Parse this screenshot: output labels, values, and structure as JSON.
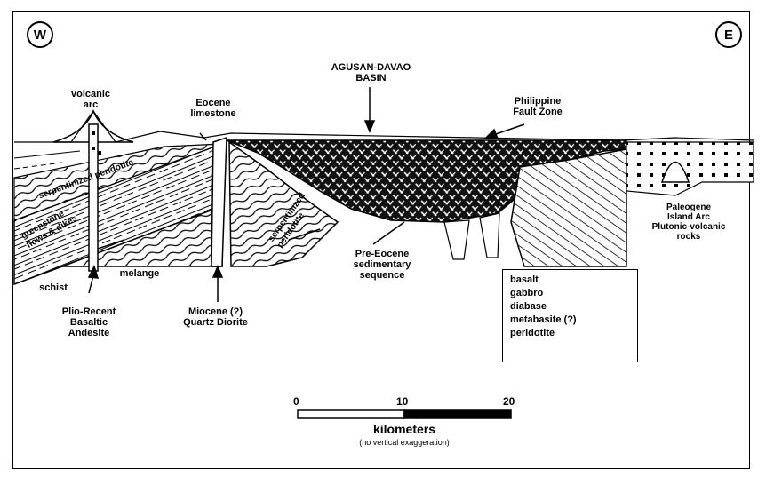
{
  "compass": {
    "west": "W",
    "east": "E"
  },
  "labels": {
    "volcanic_arc": [
      "volcanic",
      "arc"
    ],
    "eocene_limestone": [
      "Eocene",
      "limestone"
    ],
    "basin": [
      "AGUSAN-DAVAO",
      "BASIN"
    ],
    "fault_zone": [
      "Philippine",
      "Fault Zone"
    ],
    "paleogene": [
      "Paleogene",
      "Island Arc",
      "Plutonic-volcanic",
      "rocks"
    ],
    "schist": "schist",
    "melange": "melange",
    "pre_eocene": [
      "Pre-Eocene",
      "sedimentary",
      "sequence"
    ],
    "pliocene": [
      "Plio-Recent",
      "Basaltic",
      "Andesite"
    ],
    "miocene": [
      "Miocene (?)",
      "Quartz Diorite"
    ],
    "serpentinized_peridotite_left": "serpentinized peridotite",
    "greenstone": [
      "greenstone",
      "flows & dikes"
    ],
    "serpentinized_peridotite_right": [
      "serpentinized",
      "peridotite"
    ]
  },
  "legend": [
    "basalt",
    "gabbro",
    "diabase",
    "metabasite (?)",
    "peridotite"
  ],
  "scale": {
    "ticks": [
      "0",
      "10",
      "20"
    ],
    "unit": "kilometers",
    "note": "(no vertical exaggeration)"
  }
}
